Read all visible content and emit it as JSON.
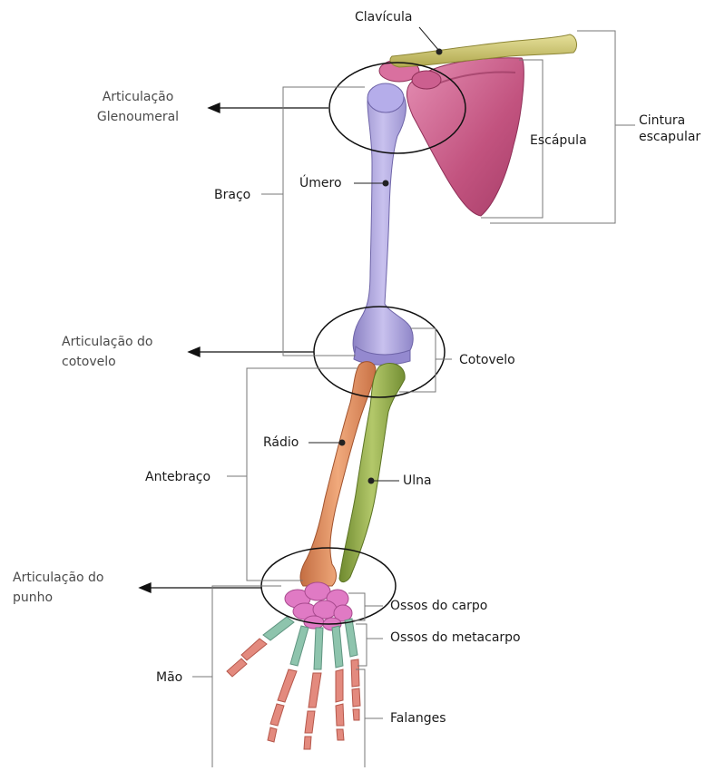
{
  "labels": {
    "clavicula": "Clavícula",
    "escapula": "Escápula",
    "cintura_line1": "Cintura",
    "cintura_line2": "escapular",
    "art_gleno_line1": "Articulação",
    "art_gleno_line2": "Glenoumeral",
    "braco": "Braço",
    "umero": "Úmero",
    "art_cotovelo_line1": "Articulação do",
    "art_cotovelo_line2": "cotovelo",
    "cotovelo": "Cotovelo",
    "radio": "Rádio",
    "antebraco": "Antebraço",
    "ulna": "Ulna",
    "art_punho_line1": "Articulação do",
    "art_punho_line2": "punho",
    "ossos_carpo": "Ossos do carpo",
    "ossos_metacarpo": "Ossos do metacarpo",
    "mao": "Mão",
    "falanges": "Falanges"
  },
  "colors": {
    "clavicle": "#c9c26a",
    "scapula": "#c2537f",
    "humerus": "#a99fd6",
    "radius": "#d98a5c",
    "ulna": "#8fa847",
    "carpals": "#e07ac4",
    "metacarpals": "#8ec4ad",
    "phalanges": "#e38a7e",
    "bracket_line": "#777777",
    "leader_line": "#222222"
  }
}
